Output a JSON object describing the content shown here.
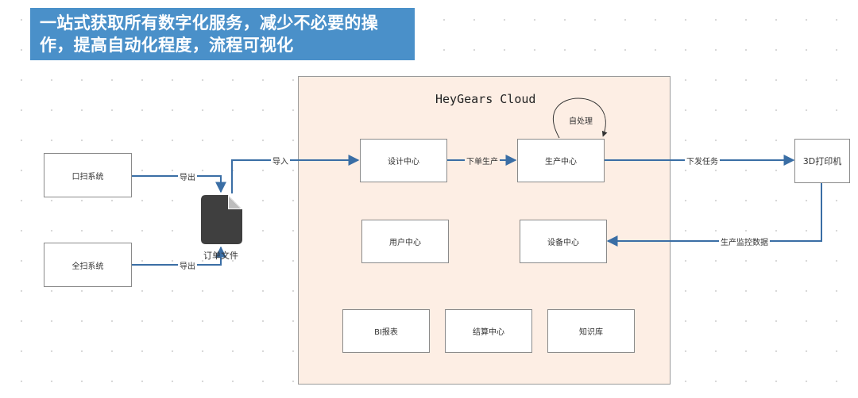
{
  "banner": {
    "line1": "一站式获取所有数字化服务，减少不必要的操",
    "line2": "作，提高自动化程度，流程可视化"
  },
  "cloud": {
    "title": "HeyGears Cloud"
  },
  "external": {
    "oral_scan": "口扫系统",
    "model_scan": "全扫系统",
    "order_file": "订单文件",
    "printer": "3D打印机"
  },
  "centers": {
    "design": "设计中心",
    "production": "生产中心",
    "user": "用户中心",
    "device": "设备中心",
    "bi": "BI报表",
    "settlement": "结算中心",
    "knowledge": "知识库"
  },
  "edges": {
    "export1": "导出",
    "export2": "导出",
    "import": "导入",
    "dispatch_production": "下单生产",
    "dispatch_task": "下发任务",
    "monitor_data": "生产监控数据",
    "auto_process": "自处理"
  },
  "colors": {
    "banner": "#4a90c9",
    "cloud_bg": "#fdeee4",
    "arrow": "#3a6ea5",
    "file_icon": "#3f3f3f"
  }
}
